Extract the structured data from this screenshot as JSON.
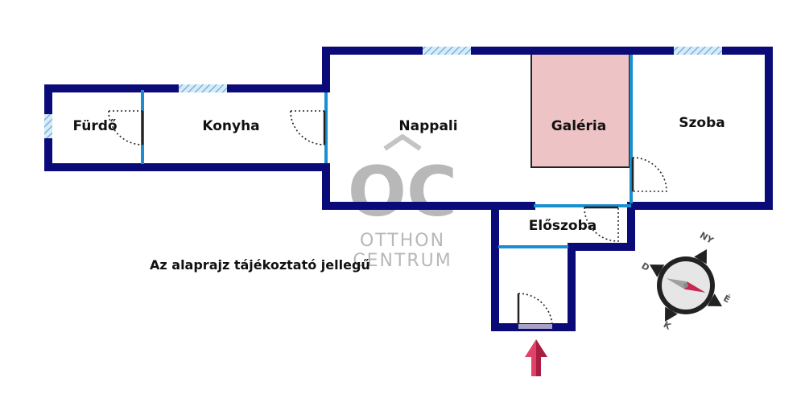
{
  "rooms": {
    "furdo": "Fürdő",
    "konyha": "Konyha",
    "nappali": "Nappali",
    "galeria": "Galéria",
    "szoba": "Szoba",
    "eloszoba": "Előszoba"
  },
  "note": "Az alaprajz tájékoztató jellegű",
  "logo": {
    "monogram": "OC",
    "line1": "OTTHON",
    "line2": "CENTRUM"
  },
  "compass": {
    "north": "NY",
    "east": "É",
    "south": "K",
    "west": "D"
  },
  "colors": {
    "wall": "#0a0a78",
    "partition": "#1a8fcf",
    "gallery_fill": "#eec3c5",
    "window": "#9cc8e8",
    "entry_arrow": "#c8284f",
    "compass_needle": "#c8284f"
  }
}
